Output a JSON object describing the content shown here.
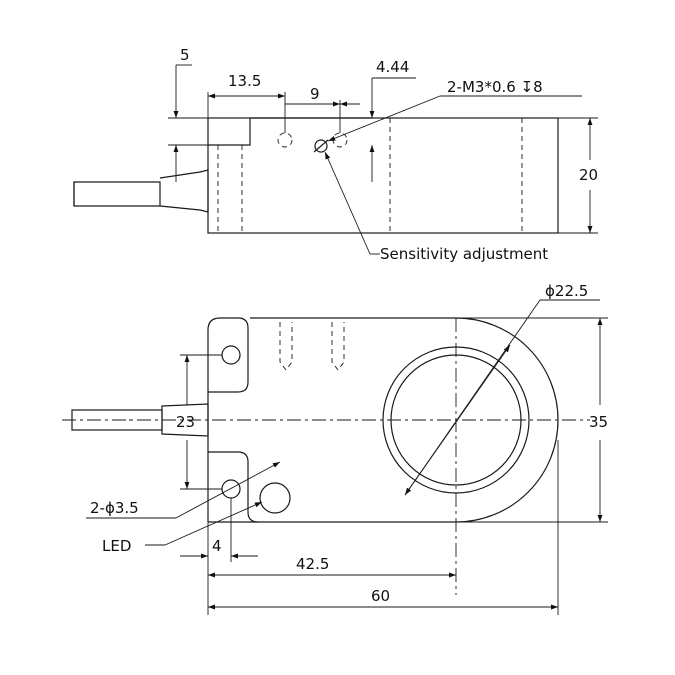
{
  "side_view": {
    "dim_5": "5",
    "dim_13_5": "13.5",
    "dim_9": "9",
    "dim_4_44": "4.44",
    "thread_note": "2-M3*0.6 ↧8",
    "dim_20": "20",
    "sensitivity_label": "Sensitivity adjustment"
  },
  "top_view": {
    "dim_22_5": "ϕ22.5",
    "dim_23": "23",
    "dim_35": "35",
    "hole_note": "2-ϕ3.5",
    "led_label": "LED",
    "dim_4": "4",
    "dim_42_5": "42.5",
    "dim_60": "60"
  }
}
